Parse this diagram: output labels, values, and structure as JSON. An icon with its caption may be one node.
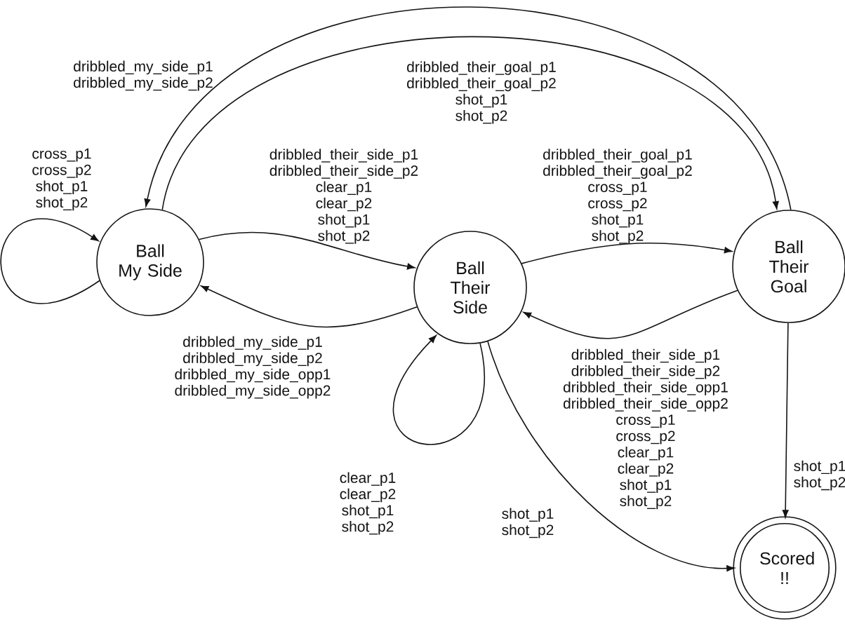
{
  "diagram": {
    "nodes": [
      {
        "text": [
          "Ball My Side"
        ]
      },
      {
        "text": [
          "Ball Their Side"
        ]
      },
      {
        "text": [
          "Ball Their Goal"
        ]
      },
      {
        "text": [
          "Scored !!"
        ]
      }
    ],
    "edges": [
      {
        "from": 0,
        "to": 0,
        "arrow": "to",
        "label": "cross_p1 cross_p2 shot_p1 shot_p2"
      },
      {
        "from": 0,
        "to": 1,
        "arrow": "to",
        "label": "dribbled_their_side_p1 dribbled_their_side_p2 clear_p1 clear_p2 shot_p1 shot_p2"
      },
      {
        "from": 1,
        "to": 0,
        "arrow": "to",
        "label": "dribbled_my_side_p1 dribbled_my_side_p2 dribbled_my_side_opp1 dribbled_my_side_opp2"
      },
      {
        "from": 1,
        "to": 2,
        "arrow": "to",
        "label": "dribbled_their_goal_p1 dribbled_their_goal_p2 cross_p1 cross_p2 shot_p1 shot_p2"
      },
      {
        "from": 2,
        "to": 1,
        "arrow": "to",
        "label": "dribbled_their_side_p1 dribbled_their_side_p2 dribbled_their_side_opp1 dribbled_their_side_opp2 cross_p1 cross_p2 clear_p1 clear_p2 shot_p1 shot_p2"
      },
      {
        "from": 1,
        "to": 1,
        "arrow": "to",
        "label": "clear_p1 clear_p2 shot_p1 shot_p2"
      },
      {
        "from": 1,
        "to": 3,
        "arrow": "to",
        "label": "shot_p1 shot_p2"
      },
      {
        "from": 2,
        "to": 3,
        "arrow": "to",
        "label": "shot_p1 shot_p2"
      },
      {
        "from": 2,
        "to": 0,
        "arrow": "to",
        "label": "dribbled_my_side_p1 dribbled_my_side_p2"
      },
      {
        "from": 0,
        "to": 2,
        "arrow": "to",
        "label": "dribbled_their_goal_p1 dribbled_their_goal_p2 shot_p1 shot_p2"
      }
    ]
  }
}
